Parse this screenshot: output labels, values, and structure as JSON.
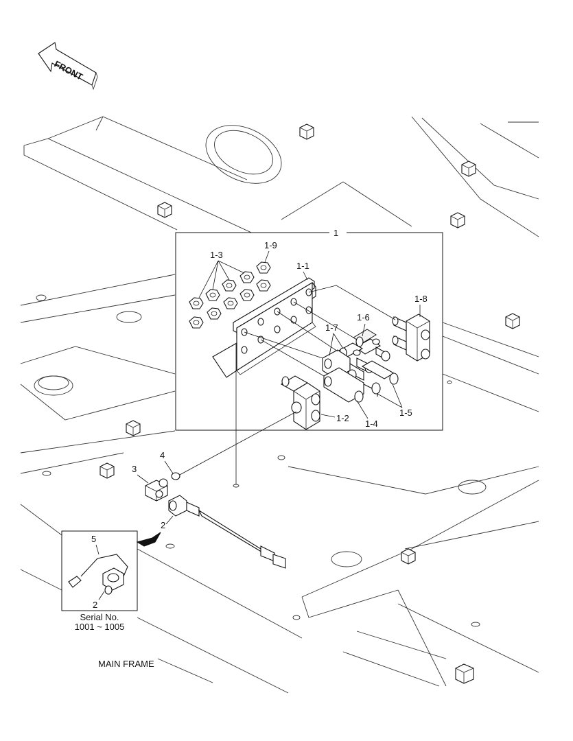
{
  "orientation": {
    "front_label": "FRONT"
  },
  "callouts": {
    "c1": "1",
    "c1_1": "1-1",
    "c1_2": "1-2",
    "c1_3": "1-3",
    "c1_4": "1-4",
    "c1_5": "1-5",
    "c1_6": "1-6",
    "c1_7": "1-7",
    "c1_8": "1-8",
    "c1_9": "1-9",
    "c2_main": "2",
    "c3": "3",
    "c4": "4",
    "c5": "5",
    "c2_inset": "2"
  },
  "inset": {
    "serial_line1": "Serial No.",
    "serial_line2": "1001 ~ 1005"
  },
  "caption": {
    "main_frame": "MAIN FRAME"
  }
}
